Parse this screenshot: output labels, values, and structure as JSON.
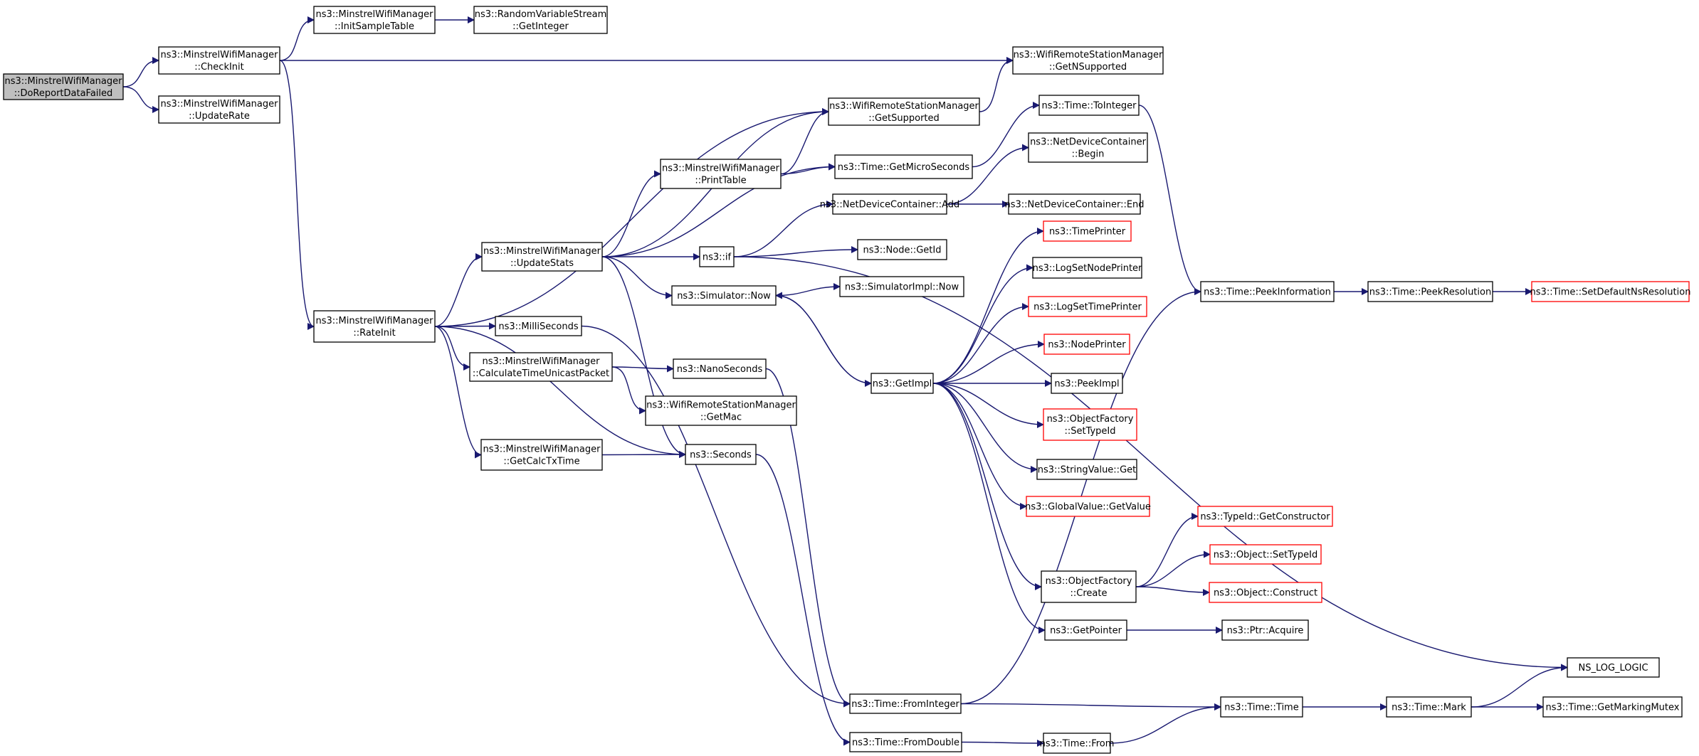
{
  "colors": {
    "edge": "#191970",
    "border_default": "#000000",
    "border_truncated": "#ff0000",
    "fill_root": "#bfbfbf",
    "fill_default": "#ffffff"
  },
  "nodes": [
    {
      "id": "root",
      "lines": [
        "ns3::MinstrelWifiManager",
        "::DoReportDataFailed"
      ],
      "style": "root"
    },
    {
      "id": "checkinit",
      "lines": [
        "ns3::MinstrelWifiManager",
        "::CheckInit"
      ],
      "style": "normal"
    },
    {
      "id": "updaterate",
      "lines": [
        "ns3::MinstrelWifiManager",
        "::UpdateRate"
      ],
      "style": "normal"
    },
    {
      "id": "initsample",
      "lines": [
        "ns3::MinstrelWifiManager",
        "::InitSampleTable"
      ],
      "style": "normal"
    },
    {
      "id": "rvs",
      "lines": [
        "ns3::RandomVariableStream",
        "::GetInteger"
      ],
      "style": "normal"
    },
    {
      "id": "getnsupported",
      "lines": [
        "ns3::WifiRemoteStationManager",
        "::GetNSupported"
      ],
      "style": "normal"
    },
    {
      "id": "getsupported",
      "lines": [
        "ns3::WifiRemoteStationManager",
        "::GetSupported"
      ],
      "style": "normal"
    },
    {
      "id": "ratenit",
      "lines": [
        "ns3::MinstrelWifiManager",
        "::RateInit"
      ],
      "style": "normal"
    },
    {
      "id": "updatestats",
      "lines": [
        "ns3::MinstrelWifiManager",
        "::UpdateStats"
      ],
      "style": "normal"
    },
    {
      "id": "printtable",
      "lines": [
        "ns3::MinstrelWifiManager",
        "::PrintTable"
      ],
      "style": "normal"
    },
    {
      "id": "getmicro",
      "lines": [
        "ns3::Time::GetMicroSeconds"
      ],
      "style": "normal"
    },
    {
      "id": "tointeger",
      "lines": [
        "ns3::Time::ToInteger"
      ],
      "style": "normal"
    },
    {
      "id": "ndcbegin",
      "lines": [
        "ns3::NetDeviceContainer",
        "::Begin"
      ],
      "style": "normal"
    },
    {
      "id": "ndcadd",
      "lines": [
        "ns3::NetDeviceContainer::Add"
      ],
      "style": "normal"
    },
    {
      "id": "ndcend",
      "lines": [
        "ns3::NetDeviceContainer::End"
      ],
      "style": "normal"
    },
    {
      "id": "nsif",
      "lines": [
        "ns3::if"
      ],
      "style": "normal"
    },
    {
      "id": "nodegetid",
      "lines": [
        "ns3::Node::GetId"
      ],
      "style": "normal"
    },
    {
      "id": "simnow",
      "lines": [
        "ns3::Simulator::Now"
      ],
      "style": "normal"
    },
    {
      "id": "simimplnow",
      "lines": [
        "ns3::SimulatorImpl::Now"
      ],
      "style": "normal"
    },
    {
      "id": "milli",
      "lines": [
        "ns3::MilliSeconds"
      ],
      "style": "normal"
    },
    {
      "id": "calctime",
      "lines": [
        "ns3::MinstrelWifiManager",
        "::CalculateTimeUnicastPacket"
      ],
      "style": "normal"
    },
    {
      "id": "nano",
      "lines": [
        "ns3::NanoSeconds"
      ],
      "style": "normal"
    },
    {
      "id": "getmac",
      "lines": [
        "ns3::WifiRemoteStationManager",
        "::GetMac"
      ],
      "style": "normal"
    },
    {
      "id": "getcalctx",
      "lines": [
        "ns3::MinstrelWifiManager",
        "::GetCalcTxTime"
      ],
      "style": "normal"
    },
    {
      "id": "seconds",
      "lines": [
        "ns3::Seconds"
      ],
      "style": "normal"
    },
    {
      "id": "getimpl",
      "lines": [
        "ns3::GetImpl"
      ],
      "style": "normal"
    },
    {
      "id": "timeprinter",
      "lines": [
        "ns3::TimePrinter"
      ],
      "style": "truncated"
    },
    {
      "id": "logsetnode",
      "lines": [
        "ns3::LogSetNodePrinter"
      ],
      "style": "normal"
    },
    {
      "id": "logsettime",
      "lines": [
        "ns3::LogSetTimePrinter"
      ],
      "style": "truncated"
    },
    {
      "id": "nodeprinter",
      "lines": [
        "ns3::NodePrinter"
      ],
      "style": "truncated"
    },
    {
      "id": "peekimpl",
      "lines": [
        "ns3::PeekImpl"
      ],
      "style": "normal"
    },
    {
      "id": "ofsettypeid",
      "lines": [
        "ns3::ObjectFactory",
        "::SetTypeId"
      ],
      "style": "truncated"
    },
    {
      "id": "stringget",
      "lines": [
        "ns3::StringValue::Get"
      ],
      "style": "normal"
    },
    {
      "id": "globalget",
      "lines": [
        "ns3::GlobalValue::GetValue"
      ],
      "style": "truncated"
    },
    {
      "id": "ofcreate",
      "lines": [
        "ns3::ObjectFactory",
        "::Create"
      ],
      "style": "normal"
    },
    {
      "id": "getpointer",
      "lines": [
        "ns3::GetPointer"
      ],
      "style": "normal"
    },
    {
      "id": "typeidctor",
      "lines": [
        "ns3::TypeId::GetConstructor"
      ],
      "style": "truncated"
    },
    {
      "id": "objsettypeid",
      "lines": [
        "ns3::Object::SetTypeId"
      ],
      "style": "truncated"
    },
    {
      "id": "objconstruct",
      "lines": [
        "ns3::Object::Construct"
      ],
      "style": "truncated"
    },
    {
      "id": "ptracquire",
      "lines": [
        "ns3::Ptr::Acquire"
      ],
      "style": "normal"
    },
    {
      "id": "peekinfo",
      "lines": [
        "ns3::Time::PeekInformation"
      ],
      "style": "normal"
    },
    {
      "id": "peekres",
      "lines": [
        "ns3::Time::PeekResolution"
      ],
      "style": "normal"
    },
    {
      "id": "setdefaultres",
      "lines": [
        "ns3::Time::SetDefaultNsResolution"
      ],
      "style": "truncated"
    },
    {
      "id": "nsloglogic",
      "lines": [
        "NS_LOG_LOGIC"
      ],
      "style": "normal"
    },
    {
      "id": "frominteger",
      "lines": [
        "ns3::Time::FromInteger"
      ],
      "style": "normal"
    },
    {
      "id": "timetime",
      "lines": [
        "ns3::Time::Time"
      ],
      "style": "normal"
    },
    {
      "id": "timemark",
      "lines": [
        "ns3::Time::Mark"
      ],
      "style": "normal"
    },
    {
      "id": "getmarkingmutex",
      "lines": [
        "ns3::Time::GetMarkingMutex"
      ],
      "style": "normal"
    },
    {
      "id": "fromdouble",
      "lines": [
        "ns3::Time::FromDouble"
      ],
      "style": "normal"
    },
    {
      "id": "timefrom",
      "lines": [
        "ns3::Time::From"
      ],
      "style": "normal"
    }
  ],
  "edges": [
    {
      "from": "root",
      "to": "checkinit"
    },
    {
      "from": "root",
      "to": "updaterate"
    },
    {
      "from": "checkinit",
      "to": "initsample"
    },
    {
      "from": "initsample",
      "to": "rvs"
    },
    {
      "from": "checkinit",
      "to": "getnsupported"
    },
    {
      "from": "checkinit",
      "to": "ratenit"
    },
    {
      "from": "getsupported",
      "to": "getnsupported"
    },
    {
      "from": "ratenit",
      "to": "getsupported"
    },
    {
      "from": "ratenit",
      "to": "updatestats"
    },
    {
      "from": "ratenit",
      "to": "milli"
    },
    {
      "from": "ratenit",
      "to": "calctime"
    },
    {
      "from": "ratenit",
      "to": "getcalctx"
    },
    {
      "from": "ratenit",
      "to": "seconds"
    },
    {
      "from": "updatestats",
      "to": "getsupported"
    },
    {
      "from": "updatestats",
      "to": "printtable"
    },
    {
      "from": "updatestats",
      "to": "getmicro"
    },
    {
      "from": "updatestats",
      "to": "nsif"
    },
    {
      "from": "updatestats",
      "to": "simnow"
    },
    {
      "from": "updatestats",
      "to": "seconds"
    },
    {
      "from": "printtable",
      "to": "getsupported"
    },
    {
      "from": "printtable",
      "to": "getmicro"
    },
    {
      "from": "getmicro",
      "to": "tointeger"
    },
    {
      "from": "tointeger",
      "to": "peekinfo"
    },
    {
      "from": "ndcadd",
      "to": "ndcbegin"
    },
    {
      "from": "ndcadd",
      "to": "ndcend"
    },
    {
      "from": "nsif",
      "to": "ndcadd"
    },
    {
      "from": "nsif",
      "to": "nodegetid"
    },
    {
      "from": "nsif",
      "to": "nsloglogic"
    },
    {
      "from": "simnow",
      "to": "simimplnow"
    },
    {
      "from": "simnow",
      "to": "getimpl"
    },
    {
      "from": "milli",
      "to": "frominteger"
    },
    {
      "from": "calctime",
      "to": "nano"
    },
    {
      "from": "calctime",
      "to": "getmac"
    },
    {
      "from": "nano",
      "to": "frominteger"
    },
    {
      "from": "getcalctx",
      "to": "seconds"
    },
    {
      "from": "seconds",
      "to": "fromdouble"
    },
    {
      "from": "getimpl",
      "to": "timeprinter"
    },
    {
      "from": "getimpl",
      "to": "logsetnode"
    },
    {
      "from": "getimpl",
      "to": "logsettime"
    },
    {
      "from": "getimpl",
      "to": "nodeprinter"
    },
    {
      "from": "getimpl",
      "to": "peekimpl"
    },
    {
      "from": "getimpl",
      "to": "ofsettypeid"
    },
    {
      "from": "getimpl",
      "to": "stringget"
    },
    {
      "from": "getimpl",
      "to": "globalget"
    },
    {
      "from": "getimpl",
      "to": "ofcreate"
    },
    {
      "from": "getimpl",
      "to": "getpointer"
    },
    {
      "from": "getimpl",
      "to": "simnow"
    },
    {
      "from": "ofcreate",
      "to": "typeidctor"
    },
    {
      "from": "ofcreate",
      "to": "objsettypeid"
    },
    {
      "from": "ofcreate",
      "to": "objconstruct"
    },
    {
      "from": "getpointer",
      "to": "ptracquire"
    },
    {
      "from": "peekinfo",
      "to": "peekres"
    },
    {
      "from": "peekres",
      "to": "setdefaultres"
    },
    {
      "from": "frominteger",
      "to": "peekinfo"
    },
    {
      "from": "frominteger",
      "to": "timetime"
    },
    {
      "from": "fromdouble",
      "to": "timefrom"
    },
    {
      "from": "timefrom",
      "to": "timetime"
    },
    {
      "from": "timetime",
      "to": "timemark"
    },
    {
      "from": "timemark",
      "to": "nsloglogic"
    },
    {
      "from": "timemark",
      "to": "getmarkingmutex"
    }
  ]
}
